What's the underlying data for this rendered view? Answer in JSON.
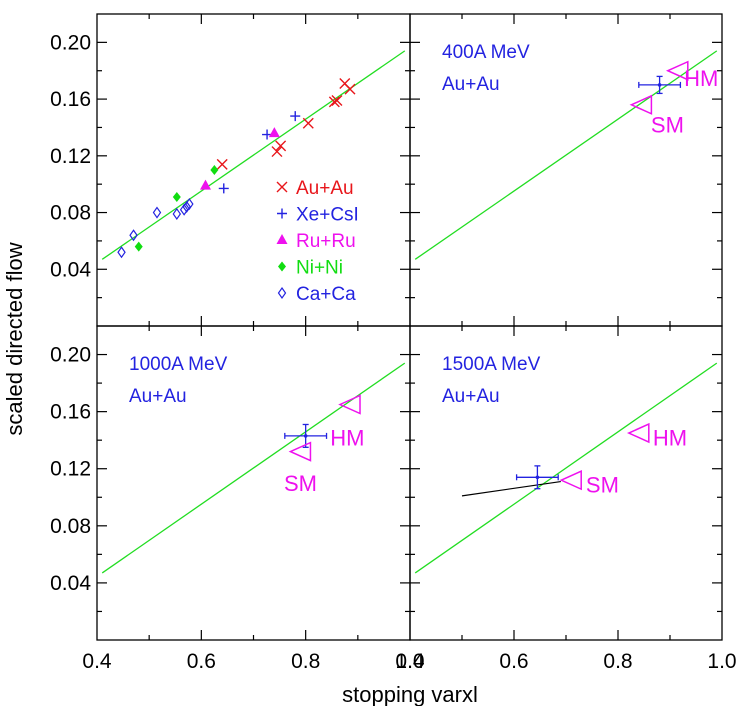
{
  "figure": {
    "ylabel": "scaled directed flow",
    "xlabel": "stopping varxl",
    "x_tick_labels_left": [
      "0.4",
      "0.6",
      "0.8",
      "1.0"
    ],
    "x_tick_labels_right": [
      "0.4",
      "0.6",
      "0.8",
      "1.0"
    ],
    "y_tick_labels": [
      "0.04",
      "0.08",
      "0.12",
      "0.16",
      "0.20"
    ]
  },
  "colors": {
    "fit_line": "#22dd22",
    "red": "#e8161b",
    "blue": "#2323e0",
    "magenta": "#ee11ee",
    "green": "#11dd11",
    "black": "#000000"
  },
  "chart_data": [
    {
      "type": "scatter",
      "panel": "top-left",
      "xlim": [
        0.4,
        1.0
      ],
      "ylim": [
        0.0,
        0.22
      ],
      "fit_line": {
        "x": [
          0.41,
          0.99
        ],
        "y": [
          0.047,
          0.194
        ]
      },
      "legend_position": "center-right",
      "series": [
        {
          "name": "Au+Au",
          "marker": "cross",
          "color": "red",
          "x": [
            0.64,
            0.745,
            0.752,
            0.805,
            0.855,
            0.86,
            0.875,
            0.885
          ],
          "y": [
            0.114,
            0.123,
            0.127,
            0.143,
            0.158,
            0.159,
            0.171,
            0.167
          ]
        },
        {
          "name": "Xe+CsI",
          "marker": "plus",
          "color": "blue",
          "x": [
            0.643,
            0.726,
            0.78
          ],
          "y": [
            0.097,
            0.135,
            0.148
          ]
        },
        {
          "name": "Ru+Ru",
          "marker": "triangle",
          "color": "magenta",
          "x": [
            0.608,
            0.74
          ],
          "y": [
            0.099,
            0.136
          ]
        },
        {
          "name": "Ni+Ni",
          "marker": "diamond-filled",
          "color": "green",
          "x": [
            0.48,
            0.553,
            0.625
          ],
          "y": [
            0.056,
            0.091,
            0.11
          ]
        },
        {
          "name": "Ca+Ca",
          "marker": "diamond-open",
          "color": "blue",
          "x": [
            0.447,
            0.47,
            0.515,
            0.553,
            0.567,
            0.572,
            0.577
          ],
          "y": [
            0.052,
            0.064,
            0.08,
            0.079,
            0.082,
            0.084,
            0.086
          ]
        }
      ]
    },
    {
      "type": "scatter",
      "panel": "top-right",
      "title": "400A MeV",
      "subtitle": "Au+Au",
      "xlim": [
        0.4,
        1.0
      ],
      "ylim": [
        0.0,
        0.22
      ],
      "fit_line": {
        "x": [
          0.41,
          0.99
        ],
        "y": [
          0.047,
          0.194
        ]
      },
      "data_point": {
        "x": 0.88,
        "y": 0.17,
        "xerr": 0.04,
        "yerr": 0.006
      },
      "annotations": [
        {
          "text": "HM",
          "x": 0.915,
          "y": 0.18,
          "label_x": 0.96,
          "label_y": 0.175
        },
        {
          "text": "SM",
          "x": 0.845,
          "y": 0.156,
          "label_x": 0.895,
          "label_y": 0.142
        }
      ]
    },
    {
      "type": "scatter",
      "panel": "bottom-left",
      "title": "1000A MeV",
      "subtitle": "Au+Au",
      "xlim": [
        0.4,
        1.0
      ],
      "ylim": [
        0.0,
        0.22
      ],
      "fit_line": {
        "x": [
          0.41,
          0.99
        ],
        "y": [
          0.047,
          0.194
        ]
      },
      "data_point": {
        "x": 0.8,
        "y": 0.143,
        "xerr": 0.04,
        "yerr": 0.008
      },
      "annotations": [
        {
          "text": "HM",
          "x": 0.885,
          "y": 0.165,
          "label_x": 0.88,
          "label_y": 0.142
        },
        {
          "text": "SM",
          "x": 0.79,
          "y": 0.132,
          "label_x": 0.79,
          "label_y": 0.11
        }
      ]
    },
    {
      "type": "scatter",
      "panel": "bottom-right",
      "title": "1500A MeV",
      "subtitle": "Au+Au",
      "xlim": [
        0.4,
        1.0
      ],
      "ylim": [
        0.0,
        0.22
      ],
      "fit_line": {
        "x": [
          0.41,
          0.99
        ],
        "y": [
          0.047,
          0.194
        ]
      },
      "black_line": {
        "x": [
          0.5,
          0.69
        ],
        "y": [
          0.101,
          0.111
        ]
      },
      "data_point": {
        "x": 0.645,
        "y": 0.114,
        "xerr": 0.04,
        "yerr": 0.008
      },
      "annotations": [
        {
          "text": "HM",
          "x": 0.84,
          "y": 0.145,
          "label_x": 0.9,
          "label_y": 0.142
        },
        {
          "text": "SM",
          "x": 0.71,
          "y": 0.112,
          "label_x": 0.77,
          "label_y": 0.109
        }
      ]
    }
  ]
}
